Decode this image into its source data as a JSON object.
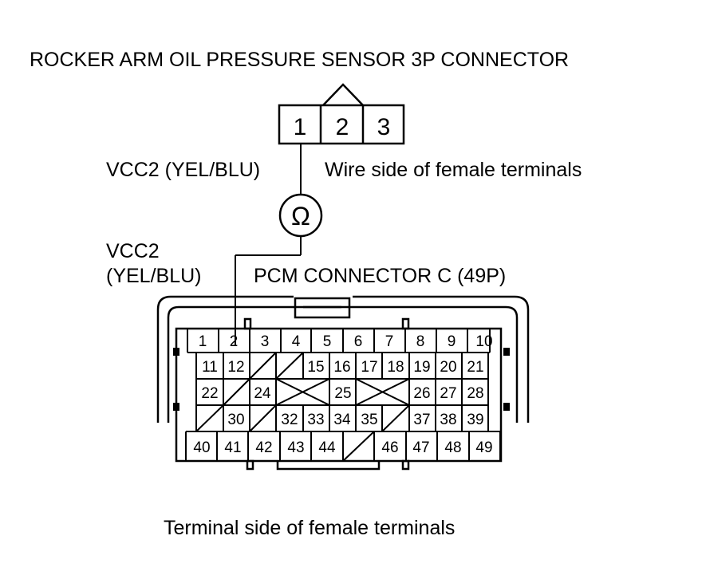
{
  "title": "ROCKER ARM OIL PRESSURE SENSOR 3P CONNECTOR",
  "sensor_connector": {
    "pins": [
      "1",
      "2",
      "3"
    ]
  },
  "wire_label_upper": "VCC2 (YEL/BLU)",
  "wire_side_label": "Wire side of female terminals",
  "ohmmeter_symbol": "Ω",
  "wire_label_lower_line1": "VCC2",
  "wire_label_lower_line2": "(YEL/BLU)",
  "pcm_connector_label": "PCM CONNECTOR C (49P)",
  "pcm_connector": {
    "row1": [
      "1",
      "2",
      "3",
      "4",
      "5",
      "6",
      "7",
      "8",
      "9",
      "10"
    ],
    "row2": [
      "",
      "11",
      "12",
      "/",
      "/",
      "15",
      "16",
      "17",
      "18",
      "19",
      "20",
      "21"
    ],
    "row3": [
      "",
      "22",
      "/",
      "24",
      "X",
      "25",
      "X",
      "26",
      "27",
      "28"
    ],
    "row4": [
      "/",
      "30",
      "/",
      "32",
      "33",
      "34",
      "35",
      "/",
      "37",
      "38",
      "39"
    ],
    "row5": [
      "40",
      "41",
      "42",
      "43",
      "44",
      "/",
      "46",
      "47",
      "48",
      "49"
    ]
  },
  "terminal_side_label": "Terminal side of female terminals"
}
